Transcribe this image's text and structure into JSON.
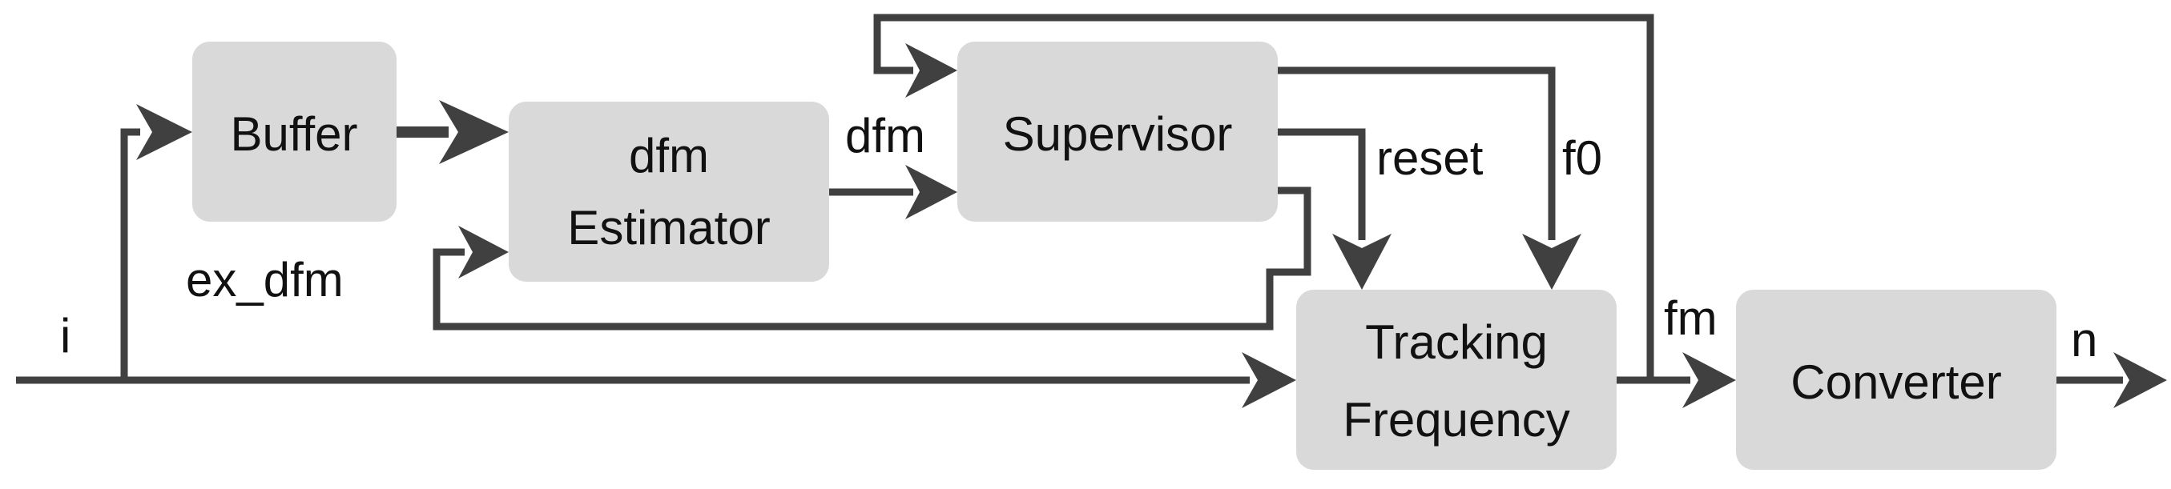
{
  "blocks": {
    "buffer": "Buffer",
    "estimator_line1": "dfm",
    "estimator_line2": "Estimator",
    "supervisor": "Supervisor",
    "tracking_line1": "Tracking",
    "tracking_line2": "Frequency",
    "converter": "Converter"
  },
  "signals": {
    "input": "i",
    "ex_dfm": "ex_dfm",
    "dfm": "dfm",
    "reset": "reset",
    "f0": "f0",
    "fm": "fm",
    "output": "n"
  }
}
